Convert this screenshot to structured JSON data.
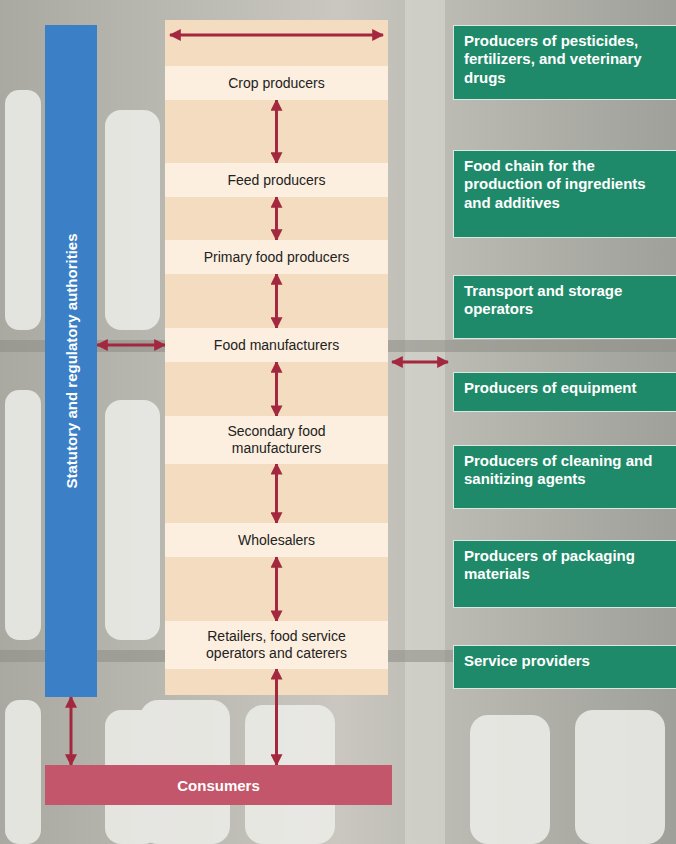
{
  "diagram": {
    "nodes": [
      {
        "text": [
          "Crop producers"
        ]
      },
      {
        "text": [
          "Feed producers"
        ]
      },
      {
        "text": [
          "Primary food producers"
        ]
      },
      {
        "text": [
          "Food manufacturers"
        ]
      },
      {
        "text": [
          "Secondary food manufacturers"
        ]
      },
      {
        "text": [
          "Wholesalers"
        ]
      },
      {
        "text": [
          "Retailers, food service operators and caterers"
        ]
      },
      {
        "text": [
          "Statutory and regulatory authorities"
        ]
      },
      {
        "text": [
          "Consumers"
        ]
      },
      {
        "text": [
          "Producers of pesticides, fertilizers, and veterinary drugs"
        ]
      },
      {
        "text": [
          "Food chain for the production of ingredients and additives"
        ]
      },
      {
        "text": [
          "Transport and storage operators"
        ]
      },
      {
        "text": [
          "Producers of equipment"
        ]
      },
      {
        "text": [
          "Producers of cleaning and sanitizing agents"
        ]
      },
      {
        "text": [
          "Producers of packaging materials"
        ]
      },
      {
        "text": [
          "Service providers"
        ]
      }
    ],
    "edges": [
      {
        "from": 0,
        "to": 1,
        "arrow": "both"
      },
      {
        "from": 1,
        "to": 2,
        "arrow": "both"
      },
      {
        "from": 2,
        "to": 3,
        "arrow": "both"
      },
      {
        "from": 3,
        "to": 4,
        "arrow": "both"
      },
      {
        "from": 4,
        "to": 5,
        "arrow": "both"
      },
      {
        "from": 5,
        "to": 6,
        "arrow": "both"
      },
      {
        "from": 7,
        "to": 3,
        "arrow": "both"
      },
      {
        "from": 7,
        "to": 8,
        "arrow": "both"
      },
      {
        "from": 6,
        "to": 8,
        "arrow": "both"
      }
    ]
  }
}
